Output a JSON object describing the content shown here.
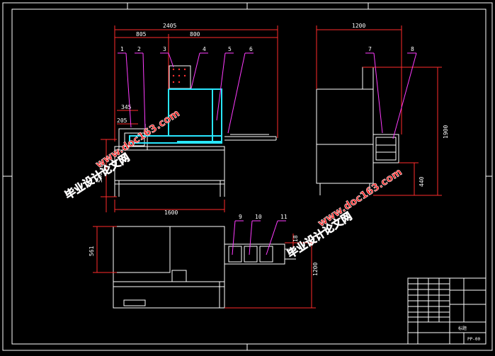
{
  "drawing": {
    "dimensions": {
      "top_total": "2405",
      "top_left": "805",
      "top_right": "800",
      "left_345": "345",
      "left_205": "205",
      "left_partial_0": "0",
      "left_height": "540",
      "bottom_1600": "1600",
      "side_width": "1200",
      "side_height": "1900",
      "side_440": "440",
      "plan_561": "561",
      "plan_1200": "1200",
      "plan_18": "18"
    },
    "callouts": [
      "1",
      "2",
      "3",
      "4",
      "5",
      "6",
      "7",
      "8",
      "9",
      "10",
      "11"
    ],
    "title_block": {
      "drawing_no": "PP-00",
      "center_label": "标题"
    }
  },
  "watermarks": [
    {
      "line1": "毕业设计论文网",
      "line2": "www.doc163.com"
    },
    {
      "line1": "毕业设计论文网",
      "line2": "www.doc163.com"
    }
  ],
  "colors": {
    "background": "#000000",
    "outline": "#ffffff",
    "dimension": "#ff2b2b",
    "callout": "#ff3cff",
    "highlight": "#29e6ff",
    "watermark": "#ff2222"
  }
}
